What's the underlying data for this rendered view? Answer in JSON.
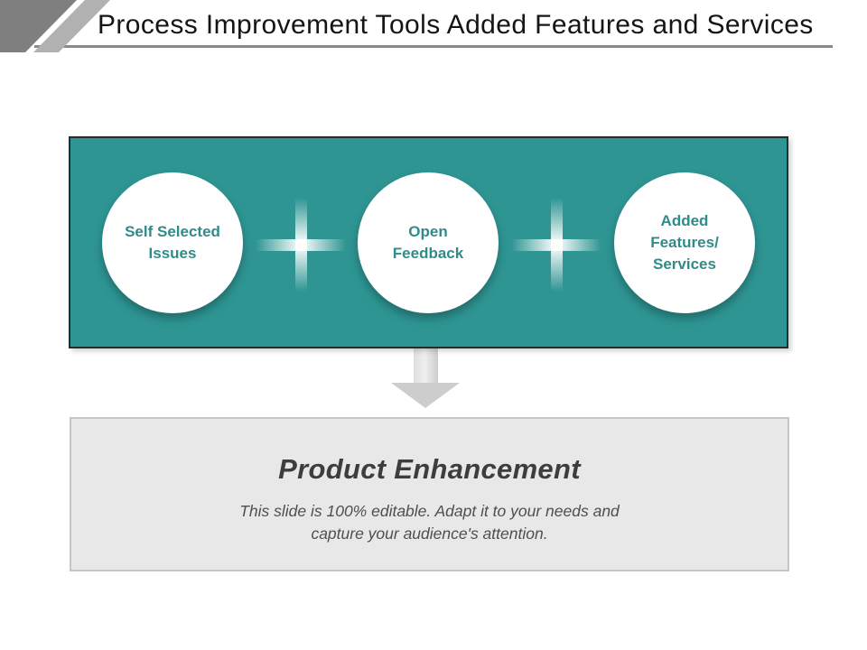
{
  "slide": {
    "title": "Process Improvement Tools Added Features and Services",
    "diagram": {
      "items": [
        {
          "label": "Self Selected Issues"
        },
        {
          "label": "Open Feedback"
        },
        {
          "label": "Added Features/ Services"
        }
      ],
      "operator_icon": "plus-icon",
      "arrow_icon": "down-arrow-icon",
      "result": {
        "heading": "Product Enhancement",
        "description": "This slide is 100% editable. Adapt it to your needs and capture your audience's attention."
      }
    },
    "colors": {
      "banner_teal": "#2e9593",
      "banner_border": "#1f2f2f",
      "circle_text_teal": "#2e8c8a",
      "title_text": "#151515",
      "underline_gray": "#8a8a8a",
      "result_box_fill": "#e8e8e8",
      "result_box_border": "#c6c6c6",
      "arrow_gray": "#cdcdcd",
      "corner_dark_gray": "#7f7f7f",
      "corner_light_gray": "#b1b1b1"
    }
  }
}
